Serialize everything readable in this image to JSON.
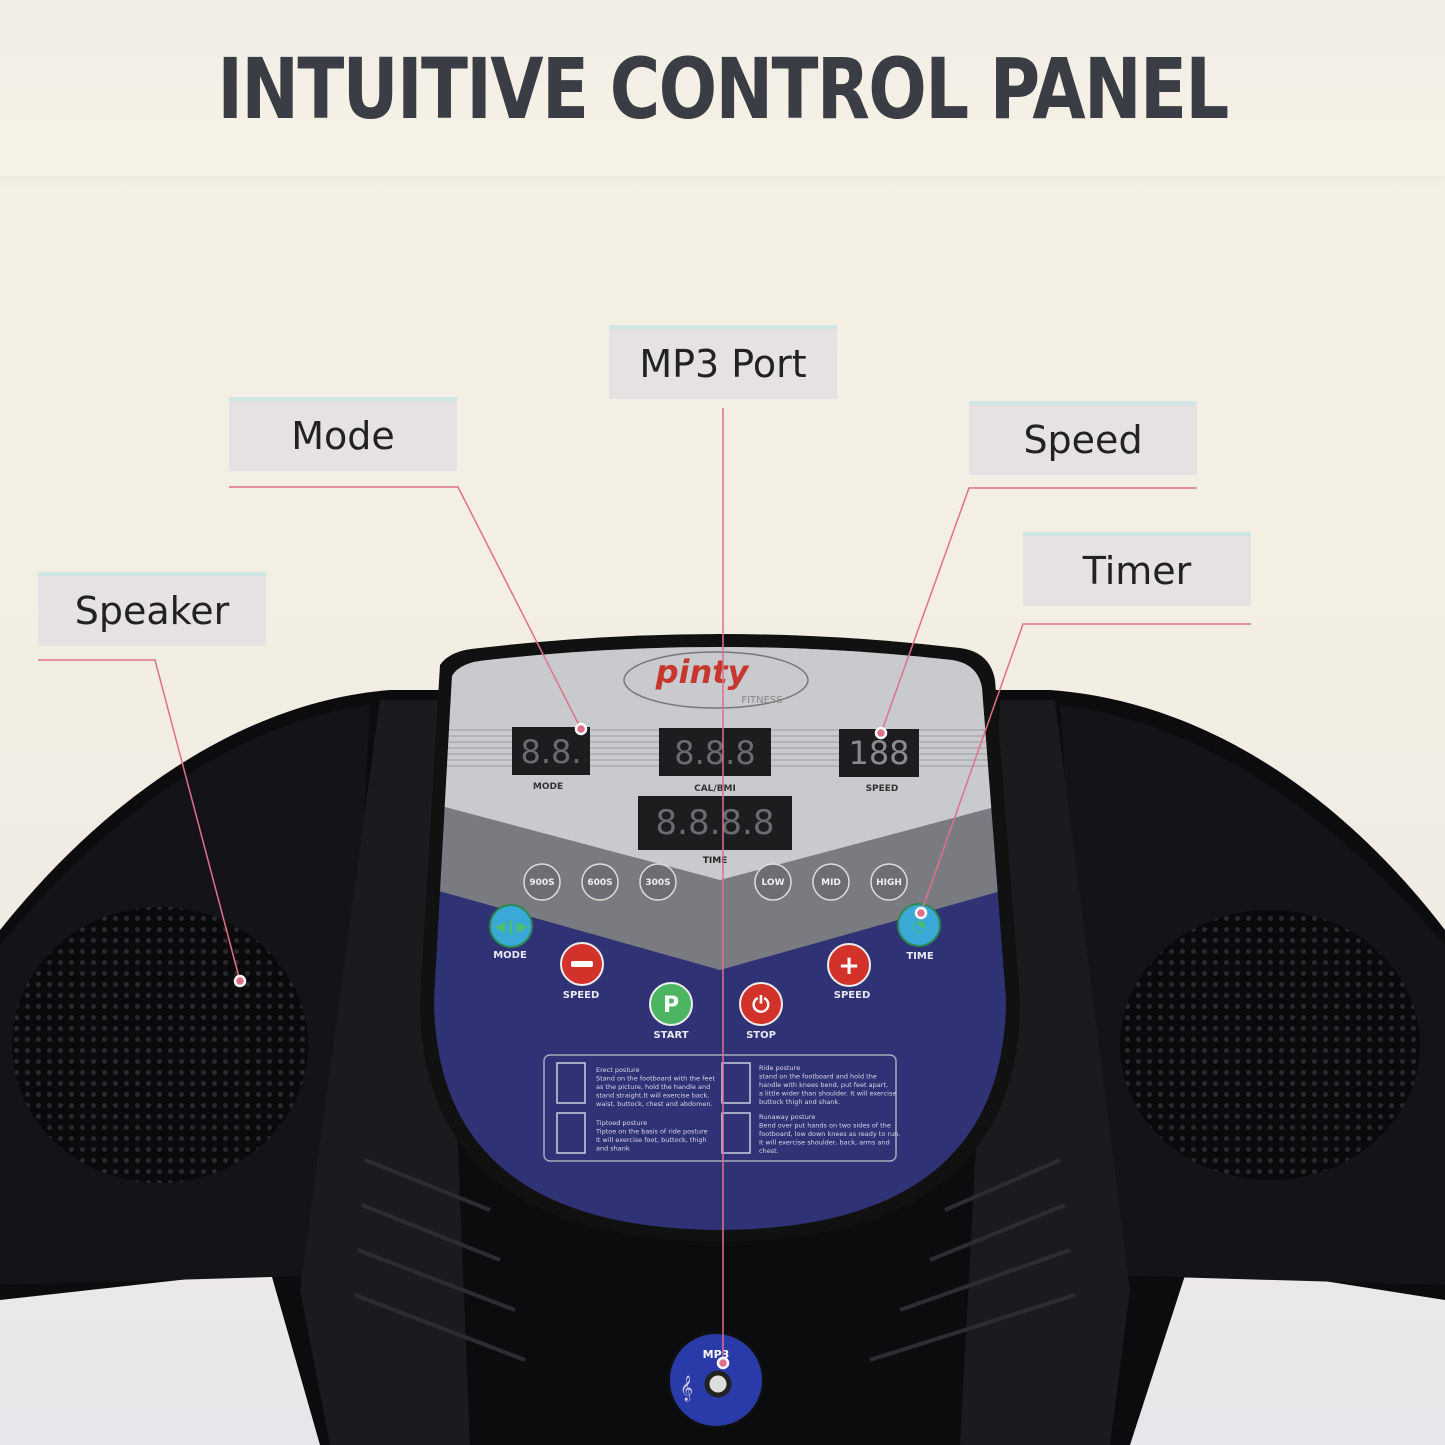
{
  "title": "INTUITIVE CONTROL PANEL",
  "callouts": {
    "mp3": "MP3 Port",
    "mode": "Mode",
    "speed": "Speed",
    "timer": "Timer",
    "speaker": "Speaker"
  },
  "colors": {
    "leader_line": "#e0708a",
    "panel_blue": "#2f3275",
    "title": "#3a3d43"
  },
  "panel": {
    "brand": "pinty",
    "brand_sub": "FITNESS",
    "displays": {
      "mode": {
        "digits": "8.8.",
        "label": "MODE"
      },
      "cal_bmi": {
        "digits": "8.8.8",
        "label": "CAL/BMI"
      },
      "speed": {
        "digits": "188",
        "label": "SPEED"
      },
      "time": {
        "digits": "8.8.8.8",
        "label": "TIME"
      }
    },
    "presets": [
      "900S",
      "600S",
      "300S",
      "LOW",
      "MID",
      "HIGH"
    ],
    "buttons": {
      "mode": "MODE",
      "speed_down": "SPEED",
      "start": "START",
      "stop": "STOP",
      "speed_up": "SPEED",
      "time": "TIME"
    },
    "postures": [
      {
        "title": "Erect posture",
        "text": [
          "Stand on the footboard with the feet",
          "as the picture, hold the handle and",
          "stand straight.It will exercise back,",
          "waist, buttock, chest and abdomen."
        ]
      },
      {
        "title": "Tiptoed posture",
        "text": [
          "Tiptoe on the basis of ride posture",
          "It will exercise foot, buttock, thigh",
          "and shank"
        ]
      },
      {
        "title": "Ride posture",
        "text": [
          "stand on the footboard and hold the",
          "handle with knees bend, put feet apart,",
          "a little wider than shoulder. It will exercise",
          "buttock thigh and shank."
        ]
      },
      {
        "title": "Runaway posture",
        "text": [
          "Bend over put hands on two sides of the",
          "footboard, low down knees as ready to run.",
          "It will exercise shoulder, back, arms and",
          "chest."
        ]
      }
    ],
    "mp3_label": "MP3"
  }
}
